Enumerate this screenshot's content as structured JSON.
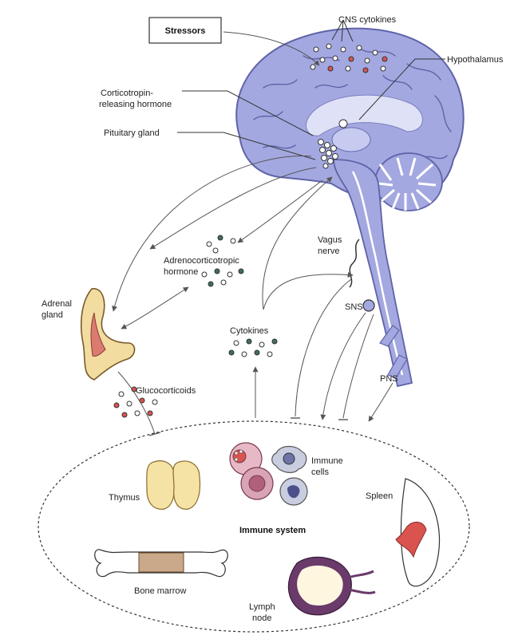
{
  "labels": {
    "stressors": "Stressors",
    "cns_cytokines": "CNS cytokines",
    "hypothalamus": "Hypothalamus",
    "crh_line1": "Corticotropin-",
    "crh_line2": "releasing hormone",
    "pituitary": "Pituitary gland",
    "vagus_line1": "Vagus",
    "vagus_line2": "nerve",
    "acth_line1": "Adrenocorticotropic",
    "acth_line2": "hormone",
    "adrenal_line1": "Adrenal",
    "adrenal_line2": "gland",
    "sns": "SNS",
    "cytokines": "Cytokines",
    "pns": "PNS",
    "glucocorticoids": "Glucocorticoids",
    "immune_cells_line1": "Immune",
    "immune_cells_line2": "cells",
    "thymus": "Thymus",
    "spleen": "Spleen",
    "immune_system": "Immune system",
    "bone_marrow": "Bone marrow",
    "lymph_line1": "Lymph",
    "lymph_line2": "node"
  },
  "colors": {
    "brain": "#a4a8e0",
    "brain_dark": "#6a6fb5",
    "dot_fill": "#ffffff",
    "dot_stroke": "#333333",
    "dot_red": "#d9534f",
    "dot_green": "#3f6f5f",
    "adrenal": "#f2dca0",
    "adrenal_core": "#d97b70",
    "thymus": "#f5e3a6",
    "spleen_accent": "#d9534f"
  }
}
